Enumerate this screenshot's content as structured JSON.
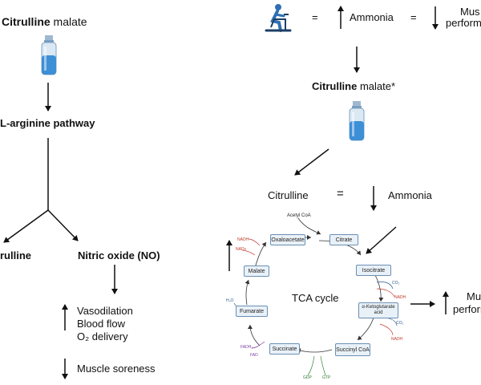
{
  "left": {
    "citrulline_malate_bold": "Citrulline",
    "citrulline_malate_rest": " malate",
    "pathway": "L-arginine pathway",
    "branch_left": "rulline",
    "branch_right": "Nitric oxide (NO)",
    "effects_up": [
      "Vasodilation",
      "Blood flow",
      "O₂ delivery"
    ],
    "effects_down": "Muscle soreness"
  },
  "right": {
    "eq1": "=",
    "ammonia_top": "Ammonia",
    "eq2": "=",
    "muscle_perf_top_1": "Mus",
    "muscle_perf_top_2": "perform",
    "citrulline_malate_bold": "Citrulline",
    "citrulline_malate_rest": " malate*",
    "citrulline": "Citrulline",
    "eq3": "=",
    "ammonia_mid": "Ammonia",
    "tca_cycle": "TCA cycle",
    "muscle_perf_bottom_1": "Mu",
    "muscle_perf_bottom_2": "perform"
  },
  "tca": {
    "acetyl_coa": "Acetyl CoA",
    "oxaloacetate": "Oxaloacetate",
    "citrate": "Citrate",
    "cis_aconitate": "Isocitrate",
    "alpha_ketoglutarate_1": "α-Ketoglutarate",
    "alpha_ketoglutarate_2": "acid",
    "succinyl_coa": "Succinyl CoA",
    "succinate": "Succinate",
    "fumarate": "Fumarate",
    "malate": "Malate",
    "nadh": "NADH",
    "nad": "NAD+",
    "co2": "CO₂",
    "h2o": "H₂O",
    "gdp": "GDP",
    "gtp": "GTP",
    "fadh2": "FADH₂",
    "fad": "FAD"
  },
  "colors": {
    "box_fill": "#e9f1f8",
    "box_border": "#6a8fb3",
    "arrow": "#111111",
    "red_label": "#c0392b",
    "blue_label": "#2c5d8f",
    "green_label": "#2e7d32"
  }
}
